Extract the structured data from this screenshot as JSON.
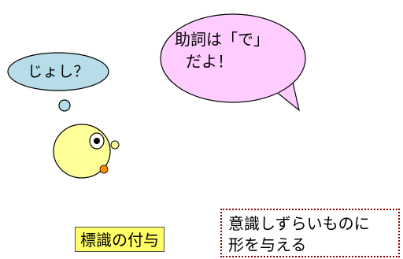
{
  "thought_bubble": {
    "text": "じょし？",
    "fill": "#b6dde8"
  },
  "speech_bubble": {
    "line1": "助詞は「で」",
    "line2": "だよ！",
    "fill": "#ffccff"
  },
  "character": {
    "face_fill": "#ffff99",
    "cheek_fill": "#ff8c00"
  },
  "label": {
    "text": "標識の付与",
    "fill": "#ffff66"
  },
  "note": {
    "line1": "意識しずらいものに",
    "line2": "形を与える",
    "border_color": "#8b0000"
  }
}
